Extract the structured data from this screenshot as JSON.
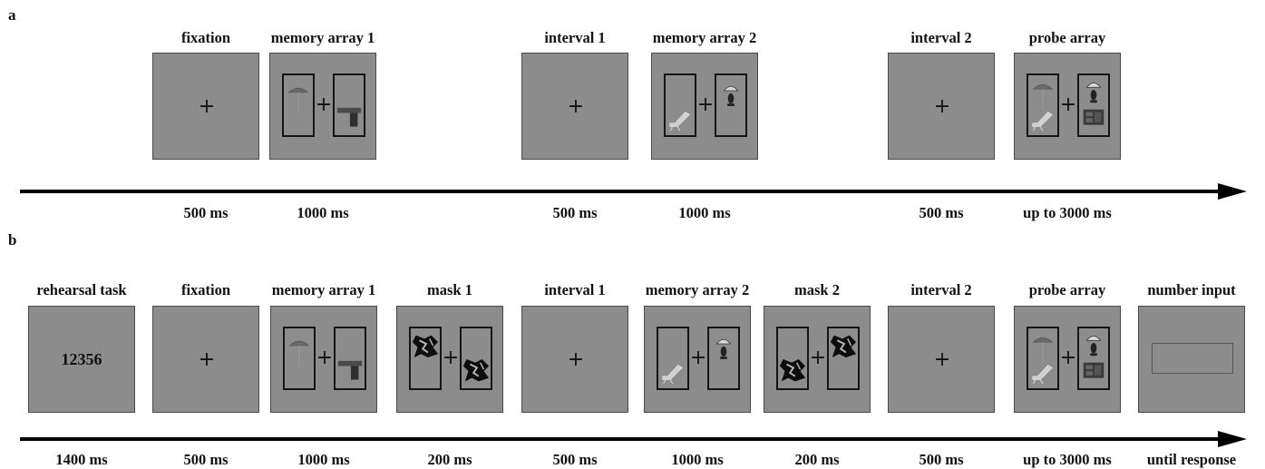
{
  "panels": [
    {
      "letter": "a",
      "events": [
        {
          "label": "fixation",
          "time": "500 ms",
          "screen": "fixation"
        },
        {
          "label": "memory array 1",
          "time": "1000 ms",
          "screen": "array",
          "left": "umbrella",
          "right": "table"
        },
        {
          "label": "interval 1",
          "time": "500 ms",
          "screen": "fixation"
        },
        {
          "label": "memory array 2",
          "time": "1000 ms",
          "screen": "array",
          "left": "chair",
          "right": "lamp"
        },
        {
          "label": "interval 2",
          "time": "500 ms",
          "screen": "fixation"
        },
        {
          "label": "probe array",
          "time": "up to 3000 ms",
          "screen": "array",
          "left": "umbrella+chair",
          "right": "lamp+desk"
        }
      ]
    },
    {
      "letter": "b",
      "events": [
        {
          "label": "rehearsal task",
          "time": "1400 ms",
          "screen": "number",
          "number": "12356"
        },
        {
          "label": "fixation",
          "time": "500 ms",
          "screen": "fixation"
        },
        {
          "label": "memory array 1",
          "time": "1000 ms",
          "screen": "array",
          "left": "umbrella",
          "right": "table"
        },
        {
          "label": "mask 1",
          "time": "200 ms",
          "screen": "array",
          "left": "mask-top",
          "right": "mask-bottom"
        },
        {
          "label": "interval 1",
          "time": "500 ms",
          "screen": "fixation"
        },
        {
          "label": "memory array 2",
          "time": "1000 ms",
          "screen": "array",
          "left": "chair",
          "right": "lamp"
        },
        {
          "label": "mask 2",
          "time": "200 ms",
          "screen": "array",
          "left": "mask-bottom",
          "right": "mask-top"
        },
        {
          "label": "interval 2",
          "time": "500 ms",
          "screen": "fixation"
        },
        {
          "label": "probe array",
          "time": "up to 3000 ms",
          "screen": "array",
          "left": "umbrella+chair",
          "right": "lamp+desk"
        },
        {
          "label": "number input",
          "time": "until response",
          "screen": "input"
        }
      ]
    }
  ],
  "colors": {
    "screen": "#8c8c8c",
    "frame": "#151515",
    "arrow": "#000000"
  }
}
